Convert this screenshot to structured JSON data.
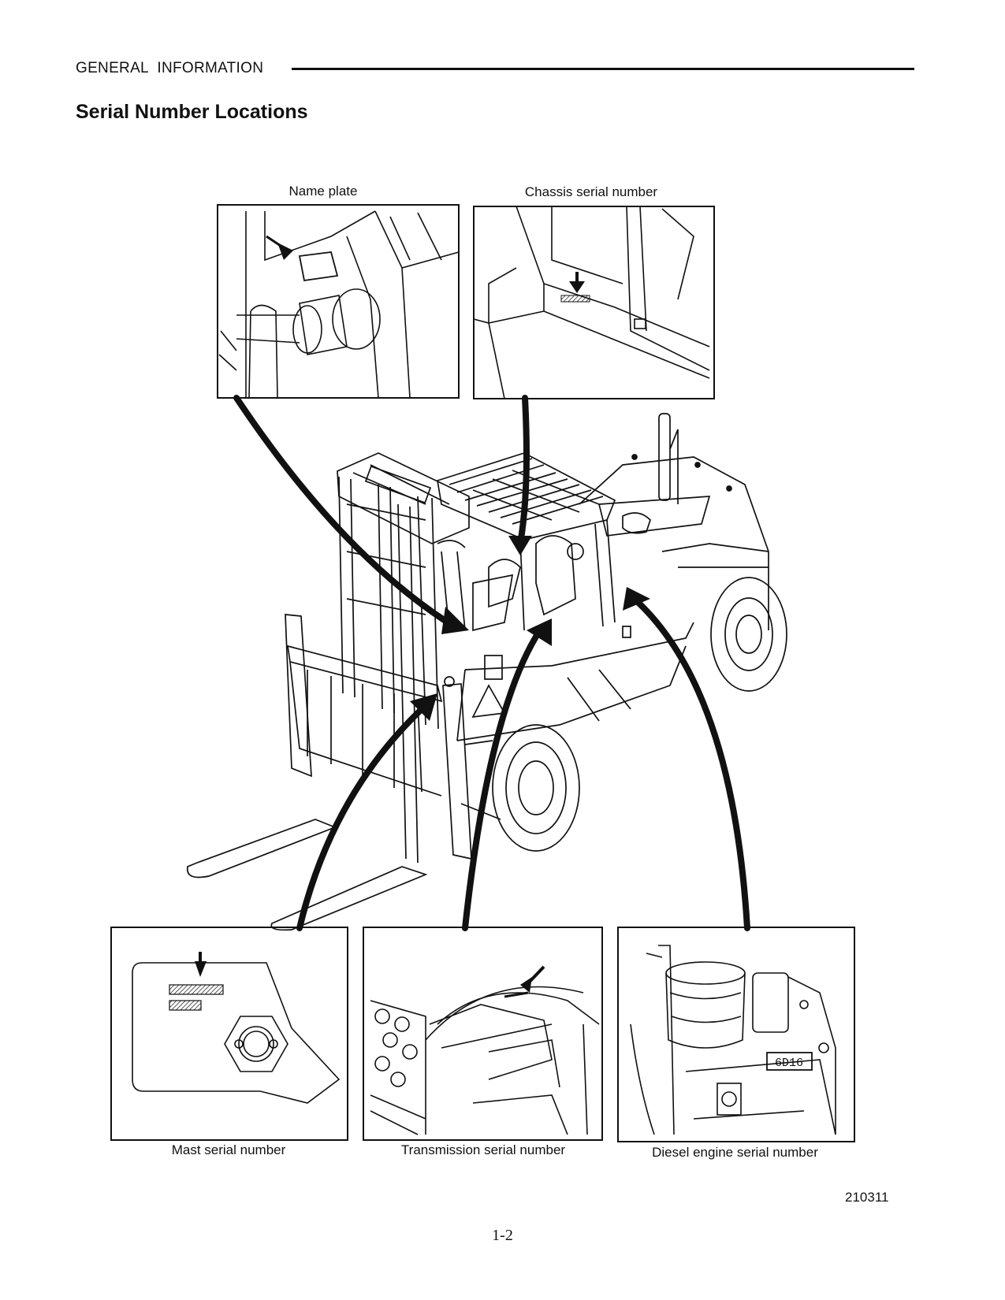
{
  "header": {
    "section": "GENERAL  INFORMATION"
  },
  "title": "Serial Number Locations",
  "callouts": {
    "name_plate": "Name plate",
    "chassis": "Chassis serial number",
    "mast": "Mast serial number",
    "transmission": "Transmission serial number",
    "engine": "Diesel engine serial number"
  },
  "engine_label": "6D16",
  "figure_code": "210311",
  "page_number": "1-2"
}
